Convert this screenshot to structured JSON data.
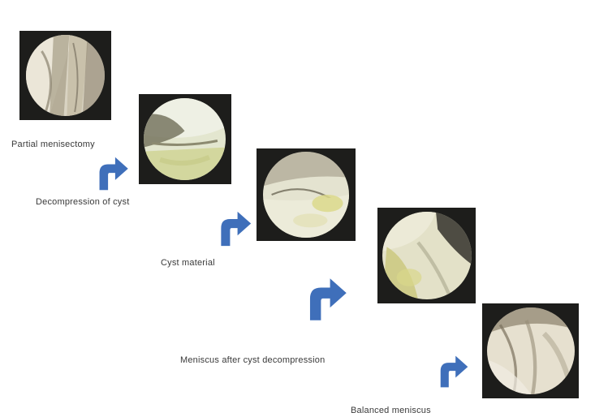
{
  "steps": [
    {
      "label": "Partial menisectomy",
      "image": "arthroscopy-meniscus-view",
      "palette": [
        "#e7e2d5",
        "#b9b19b",
        "#6e6656"
      ]
    },
    {
      "label": "Decompression of cyst",
      "image": "arthroscopy-cyst-view",
      "palette": [
        "#eef0de",
        "#c9cf9a",
        "#6f6e58"
      ]
    },
    {
      "label": "Cyst material",
      "image": "arthroscopy-cyst-material-view",
      "palette": [
        "#eae9d8",
        "#d8d68c",
        "#8a8571"
      ]
    },
    {
      "label": "Meniscus after cyst decompression",
      "image": "arthroscopy-post-decompression-view",
      "palette": [
        "#e8e6cf",
        "#c9c77a",
        "#55534a"
      ]
    },
    {
      "label": "Balanced meniscus",
      "image": "arthroscopy-balanced-meniscus-view",
      "palette": [
        "#ede8da",
        "#c7bfa8",
        "#7a705c"
      ]
    }
  ],
  "arrow_icon": "curved-arrow-right-icon",
  "colors": {
    "arrow": "#3f6fba",
    "frame": "#1d1d1b",
    "caption": "#3a3a3a",
    "background": "#ffffff"
  }
}
